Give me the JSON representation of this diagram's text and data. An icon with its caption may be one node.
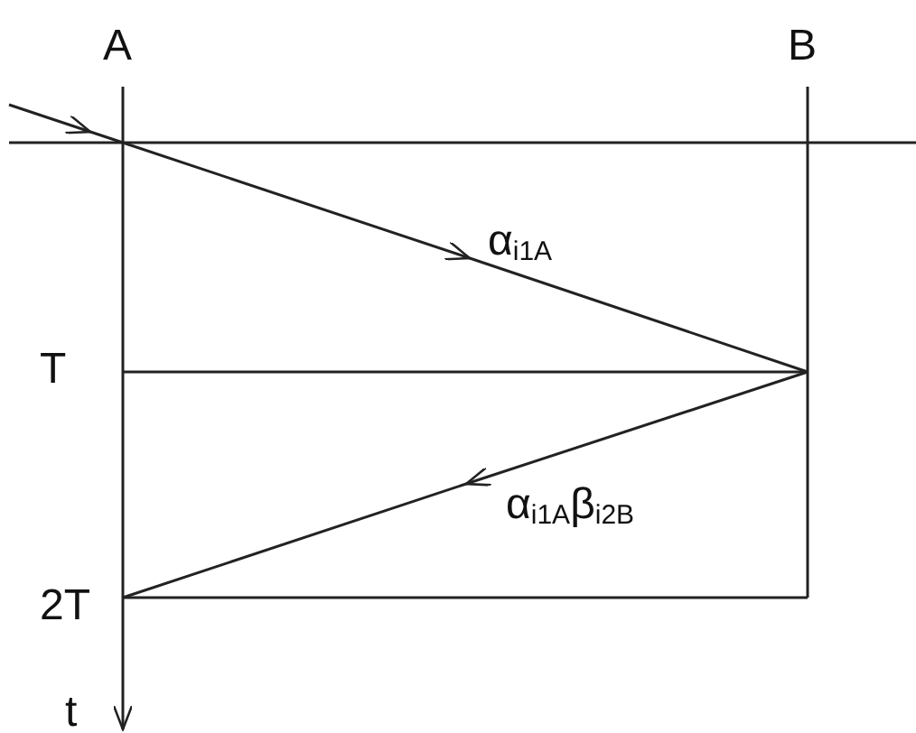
{
  "diagram": {
    "labels": [
      "A",
      "B",
      "α$_{i1A}$",
      "T",
      "α$_{i1A}$β$_{i2B}$",
      "2T",
      "t"
    ]
  }
}
